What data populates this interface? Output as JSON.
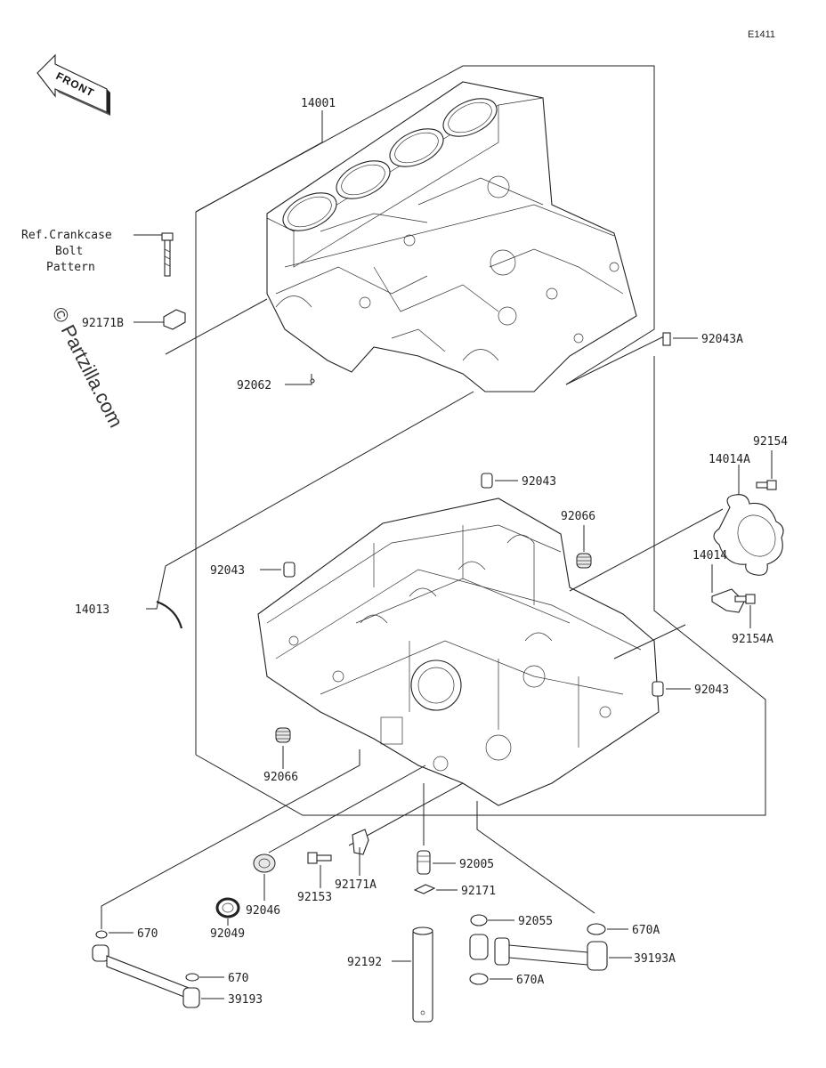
{
  "diagram_code": "E1411",
  "front_label": "FRONT",
  "watermark": "© Partzilla.com",
  "reference_note": [
    "Ref.Crankcase",
    "Bolt",
    "Pattern"
  ],
  "labels": {
    "p14001": "14001",
    "p92171B": "92171B",
    "p92062": "92062",
    "p92043A": "92043A",
    "p92154": "92154",
    "p14014A": "14014A",
    "p92043_top": "92043",
    "p92066_top": "92066",
    "p92043_left": "92043",
    "p14014": "14014",
    "p14013": "14013",
    "p92154A": "92154A",
    "p92043_right": "92043",
    "p92066_bottom": "92066",
    "p92005": "92005",
    "p92171A": "92171A",
    "p92171": "92171",
    "p92153": "92153",
    "p92046": "92046",
    "p92049": "92049",
    "p92055": "92055",
    "p670A_top": "670A",
    "p670_left": "670",
    "p92192": "92192",
    "p39193A": "39193A",
    "p670_mid": "670",
    "p670A_bottom": "670A",
    "p39193": "39193"
  }
}
